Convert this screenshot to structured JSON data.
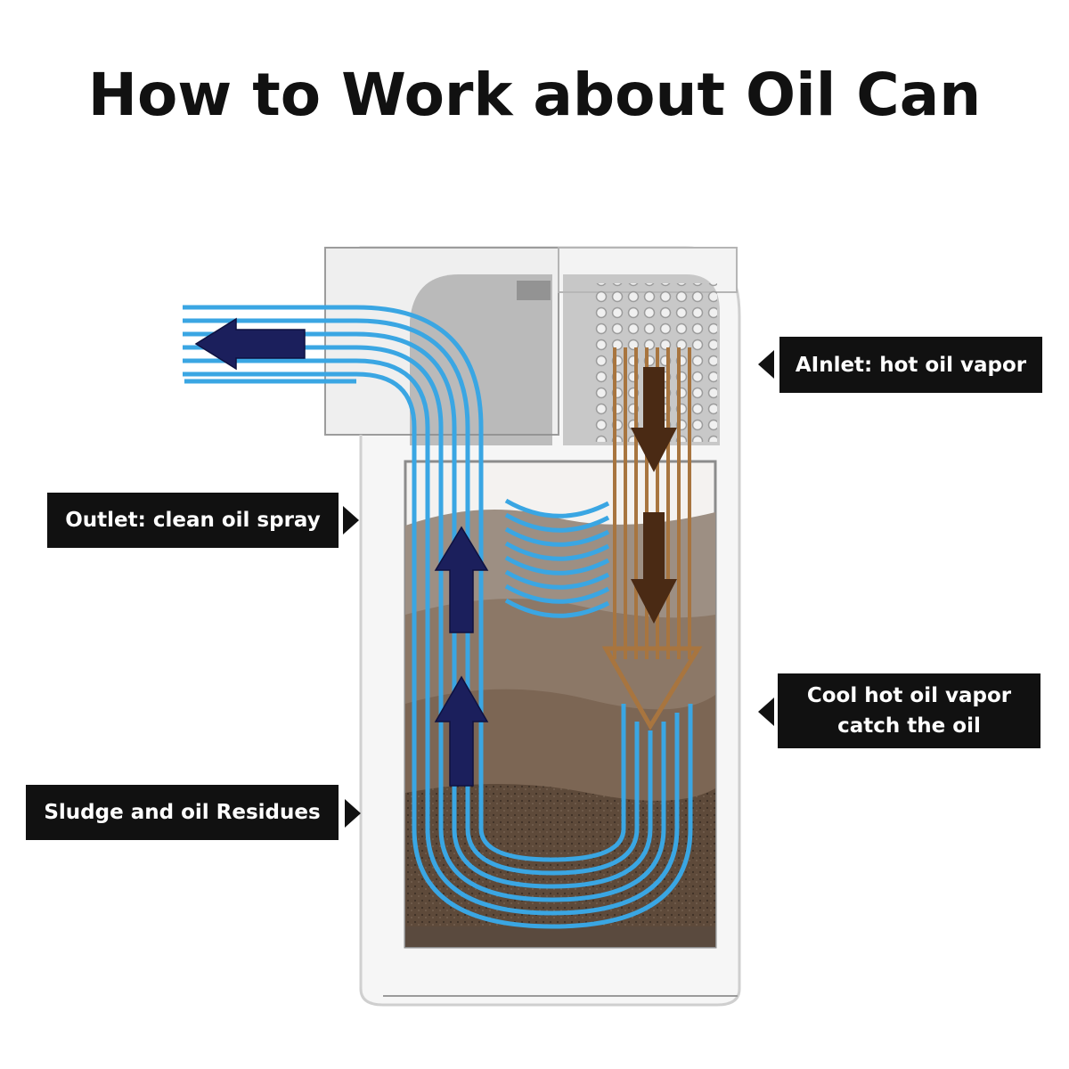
{
  "title": "How to Work about Oil Can",
  "callouts": {
    "inlet": "AInlet: hot oil vapor",
    "outlet": "Outlet: clean oil spray",
    "sludge": "Sludge and oil Residues",
    "cool_line1": "Cool hot oil vapor",
    "cool_line2": "catch the oil"
  },
  "colors": {
    "clean_flow": "#3aa6e3",
    "clean_arrow": "#1b1f5c",
    "vapor_flow": "#a8753f",
    "vapor_arrow": "#4a2a14",
    "callout_bg": "#111111"
  }
}
